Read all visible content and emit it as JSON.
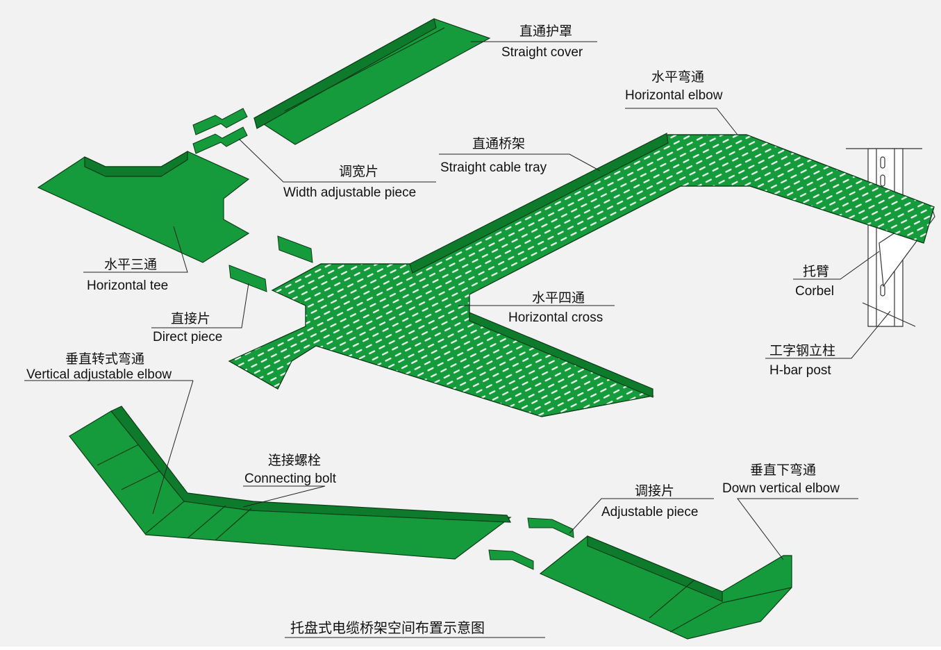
{
  "colors": {
    "background": "#f2f2f2",
    "tray_fill": "#159b3c",
    "tray_dark": "#0d7a2c",
    "tray_light": "#2bb34f",
    "outline": "#0b3d17",
    "text": "#111111"
  },
  "labels": {
    "straight_cover": {
      "cn": "直通护罩",
      "en": "Straight cover"
    },
    "horizontal_elbow": {
      "cn": "水平弯通",
      "en": "Horizontal elbow"
    },
    "straight_cable_tray": {
      "cn": "直通桥架",
      "en": "Straight cable tray"
    },
    "width_adjustable_piece": {
      "cn": "调宽片",
      "en": "Width adjustable piece"
    },
    "horizontal_tee": {
      "cn": "水平三通",
      "en": "Horizontal tee"
    },
    "corbel": {
      "cn": "托臂",
      "en": "Corbel"
    },
    "horizontal_cross": {
      "cn": "水平四通",
      "en": "Horizontal cross"
    },
    "direct_piece": {
      "cn": "直接片",
      "en": "Direct piece"
    },
    "h_bar_post": {
      "cn": "工字钢立柱",
      "en": "H-bar post"
    },
    "vertical_adjustable_elbow": {
      "cn": "垂直转式弯通",
      "en": "Vertical adjustable elbow"
    },
    "connecting_bolt": {
      "cn": "连接螺栓",
      "en": "Connecting bolt"
    },
    "adjustable_piece": {
      "cn": "调接片",
      "en": "Adjustable piece"
    },
    "down_vertical_elbow": {
      "cn": "垂直下弯通",
      "en": "Down vertical elbow"
    }
  },
  "title": "托盘式电缆桥架空间布置示意图"
}
